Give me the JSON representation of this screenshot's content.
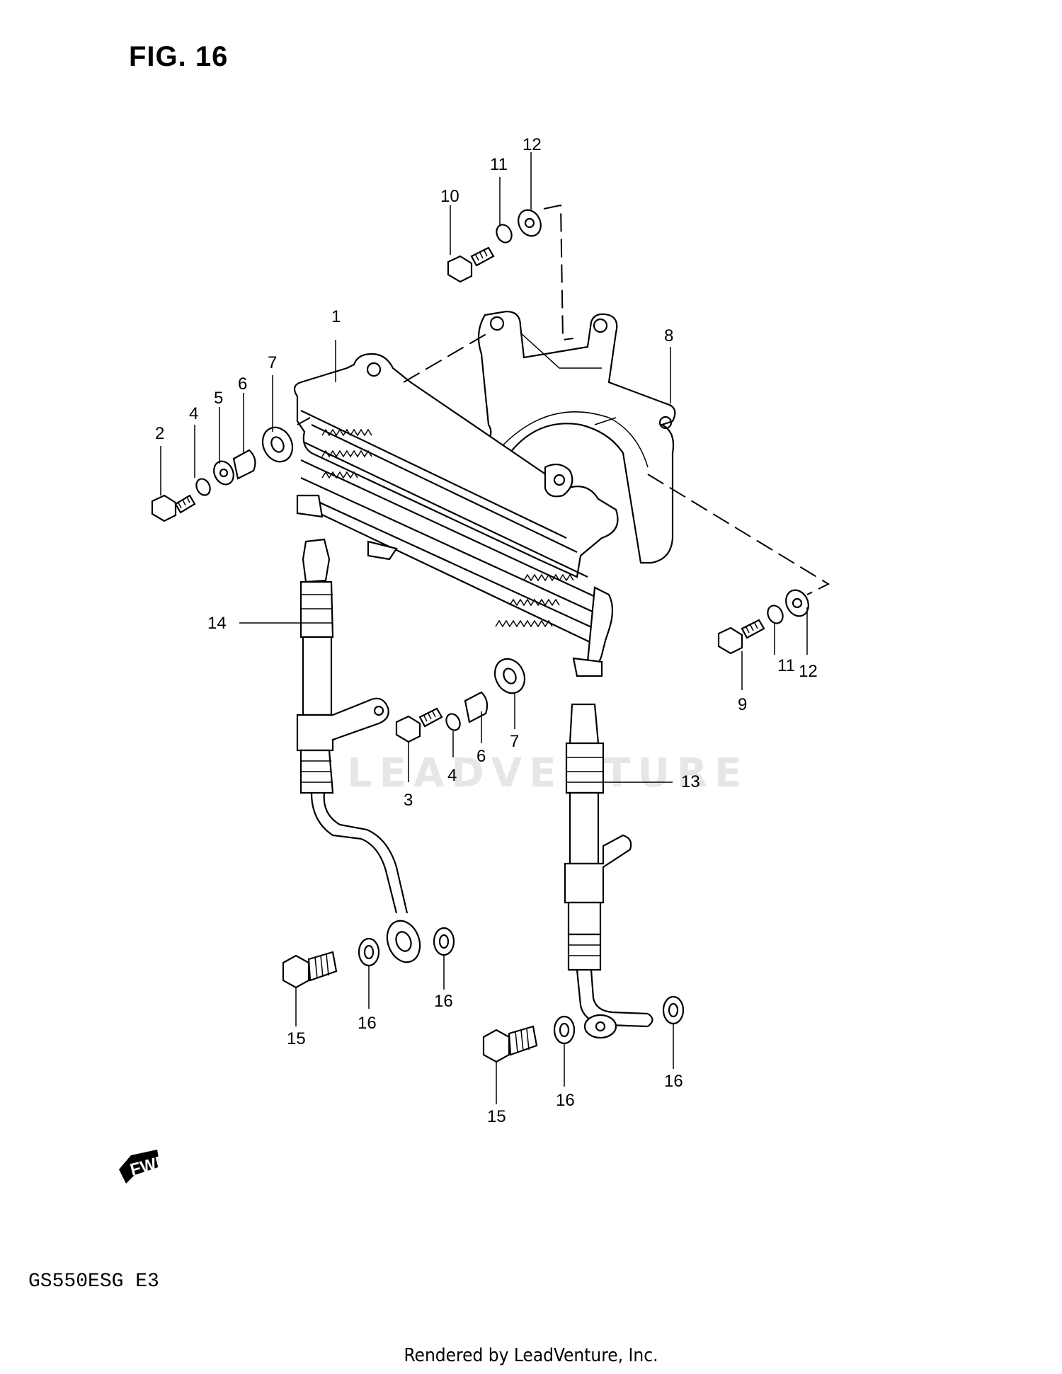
{
  "title": "FIG. 16",
  "model_code": "GS550ESG  E3",
  "footer": "Rendered by LeadVenture, Inc.",
  "watermark": "LEADVENTURE",
  "fwd_badge": "FWD",
  "callouts": [
    "1",
    "2",
    "3",
    "4",
    "4",
    "5",
    "6",
    "6",
    "7",
    "7",
    "8",
    "9",
    "10",
    "11",
    "11",
    "12",
    "12",
    "13",
    "14",
    "15",
    "15",
    "16",
    "16",
    "16",
    "16"
  ]
}
